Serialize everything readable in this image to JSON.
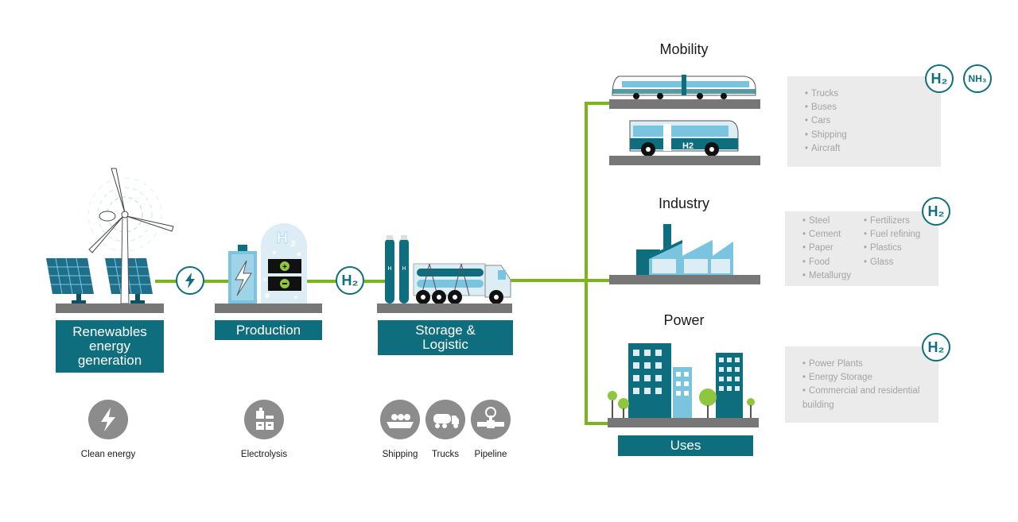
{
  "colors": {
    "teal": "#0f6e7d",
    "green": "#7ab51d",
    "light_blue": "#7bc4e0",
    "grey": "#8c8c8c"
  },
  "stages": {
    "renewables": "Renewables energy generation",
    "production": "Production",
    "storage": "Storage & Logistic",
    "uses": "Uses"
  },
  "connectors": {
    "energy_icon": "lightning-icon",
    "h2_badge": "H₂"
  },
  "captions": {
    "clean_energy": "Clean energy",
    "electrolysis": "Electrolysis",
    "shipping": "Shipping",
    "trucks": "Trucks",
    "pipeline": "Pipeline"
  },
  "uses": {
    "mobility": {
      "title": "Mobility",
      "badges": [
        "H₂",
        "NH₃"
      ],
      "items": [
        "Trucks",
        "Buses",
        "Cars",
        "Shipping",
        "Aircraft"
      ]
    },
    "industry": {
      "title": "Industry",
      "badges": [
        "H₂"
      ],
      "items_col1": [
        "Steel",
        "Cement",
        "Paper",
        "Food",
        "Metallurgy"
      ],
      "items_col2": [
        "Fertilizers",
        "Fuel refining",
        "Plastics",
        "Glass"
      ]
    },
    "power": {
      "title": "Power",
      "badges": [
        "H₂"
      ],
      "items": [
        "Power Plants",
        "Energy Storage",
        "Commercial and residential building"
      ]
    }
  }
}
